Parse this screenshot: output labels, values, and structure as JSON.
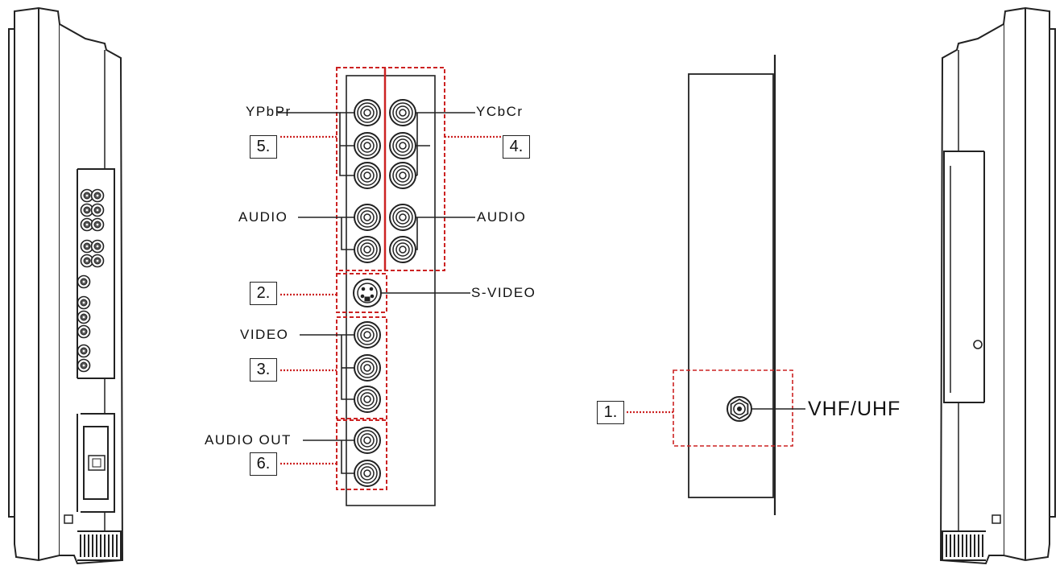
{
  "labels": {
    "ypbpr": "YPbPr",
    "ycbcr": "YCbCr",
    "audio_left": "AUDIO",
    "audio_right": "AUDIO",
    "svideo": "S-VIDEO",
    "video": "VIDEO",
    "audio_out": "AUDIO OUT",
    "vhf_uhf": "VHF/UHF"
  },
  "callouts": {
    "n1": "1.",
    "n2": "2.",
    "n3": "3.",
    "n4": "4.",
    "n5": "5.",
    "n6": "6."
  },
  "colors": {
    "line": "#222222",
    "callout_dash": "#cc2222",
    "background": "#ffffff"
  }
}
